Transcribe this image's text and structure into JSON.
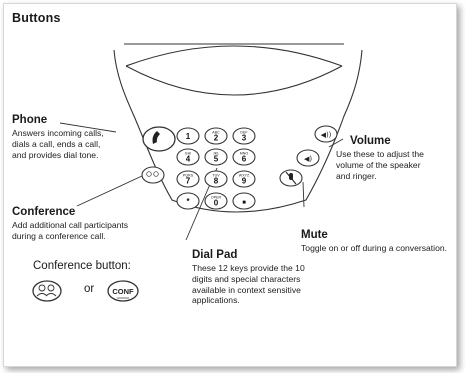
{
  "title": "Buttons",
  "phone": {
    "heading": "Phone",
    "description": "Answers incoming calls, dials a call, ends a call, and provides dial tone."
  },
  "conference": {
    "heading": "Conference",
    "description": "Add additional call participants during a conference call."
  },
  "volume": {
    "heading": "Volume",
    "description": "Use these to adjust the volume of the speaker and ringer."
  },
  "mute": {
    "heading": "Mute",
    "description": "Toggle on or off during a conversation."
  },
  "dialpad": {
    "heading": "Dial Pad",
    "description": "These 12 keys provide the 10 digits and special characters available in context sensitive applications."
  },
  "conference_button": {
    "label": "Conference button:",
    "or_text": "or",
    "conf_text": "CONF"
  },
  "keys": [
    {
      "digit": "1",
      "letters": ""
    },
    {
      "digit": "2",
      "letters": "ABC"
    },
    {
      "digit": "3",
      "letters": "DEF"
    },
    {
      "digit": "4",
      "letters": "GHI"
    },
    {
      "digit": "5",
      "letters": "JKL"
    },
    {
      "digit": "6",
      "letters": "MNO"
    },
    {
      "digit": "7",
      "letters": "PQRS"
    },
    {
      "digit": "8",
      "letters": "TUV"
    },
    {
      "digit": "9",
      "letters": "WXYZ"
    },
    {
      "digit": "*",
      "letters": ""
    },
    {
      "digit": "0",
      "letters": "OPER"
    },
    {
      "digit": "■",
      "letters": ""
    }
  ]
}
